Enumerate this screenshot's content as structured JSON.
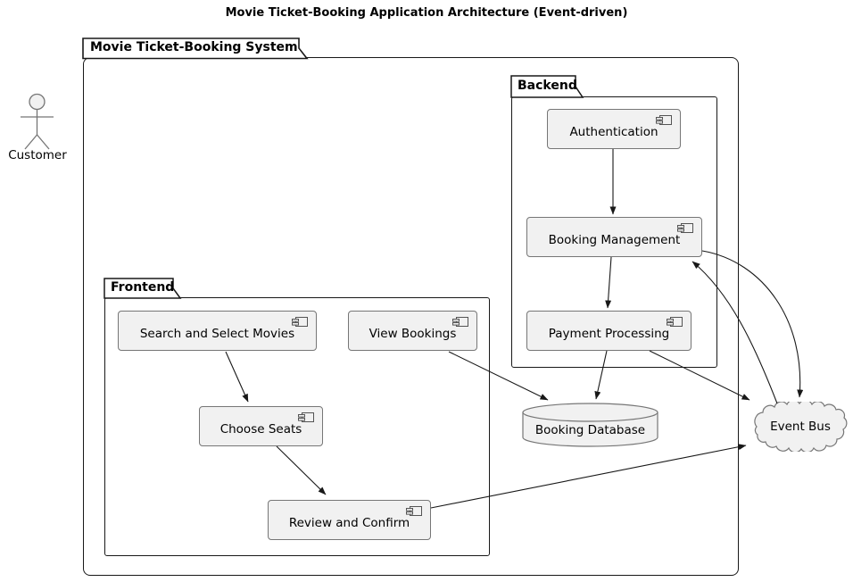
{
  "title": "Movie Ticket-Booking Application Architecture (Event-driven)",
  "actor": {
    "label": "Customer"
  },
  "system_frame": {
    "label": "Movie Ticket-Booking System"
  },
  "packages": {
    "backend": {
      "label": "Backend"
    },
    "frontend": {
      "label": "Frontend"
    }
  },
  "nodes": {
    "authentication": {
      "label": "Authentication",
      "type": "component",
      "package": "Backend"
    },
    "booking_management": {
      "label": "Booking Management",
      "type": "component",
      "package": "Backend"
    },
    "payment_processing": {
      "label": "Payment Processing",
      "type": "component",
      "package": "Backend"
    },
    "search_and_select_movies": {
      "label": "Search and Select Movies",
      "type": "component",
      "package": "Frontend"
    },
    "view_bookings": {
      "label": "View Bookings",
      "type": "component",
      "package": "Frontend"
    },
    "choose_seats": {
      "label": "Choose Seats",
      "type": "component",
      "package": "Frontend"
    },
    "review_and_confirm": {
      "label": "Review and Confirm",
      "type": "component",
      "package": "Frontend"
    },
    "booking_database": {
      "label": "Booking Database",
      "type": "database"
    },
    "event_bus": {
      "label": "Event Bus",
      "type": "cloud"
    }
  },
  "edges": [
    {
      "from": "Authentication",
      "to": "Booking Management"
    },
    {
      "from": "Booking Management",
      "to": "Payment Processing"
    },
    {
      "from": "Payment Processing",
      "to": "Booking Database"
    },
    {
      "from": "View Bookings",
      "to": "Booking Database"
    },
    {
      "from": "Payment Processing",
      "to": "Event Bus"
    },
    {
      "from": "Booking Management",
      "to": "Event Bus"
    },
    {
      "from": "Event Bus",
      "to": "Booking Management"
    },
    {
      "from": "Search and Select Movies",
      "to": "Choose Seats"
    },
    {
      "from": "Choose Seats",
      "to": "Review and Confirm"
    },
    {
      "from": "Review and Confirm",
      "to": "Event Bus"
    }
  ],
  "colors": {
    "node_fill": "#f1f1f1",
    "node_border": "#767676",
    "container_border": "#181818",
    "arrow": "#181818",
    "text": "#000000"
  }
}
